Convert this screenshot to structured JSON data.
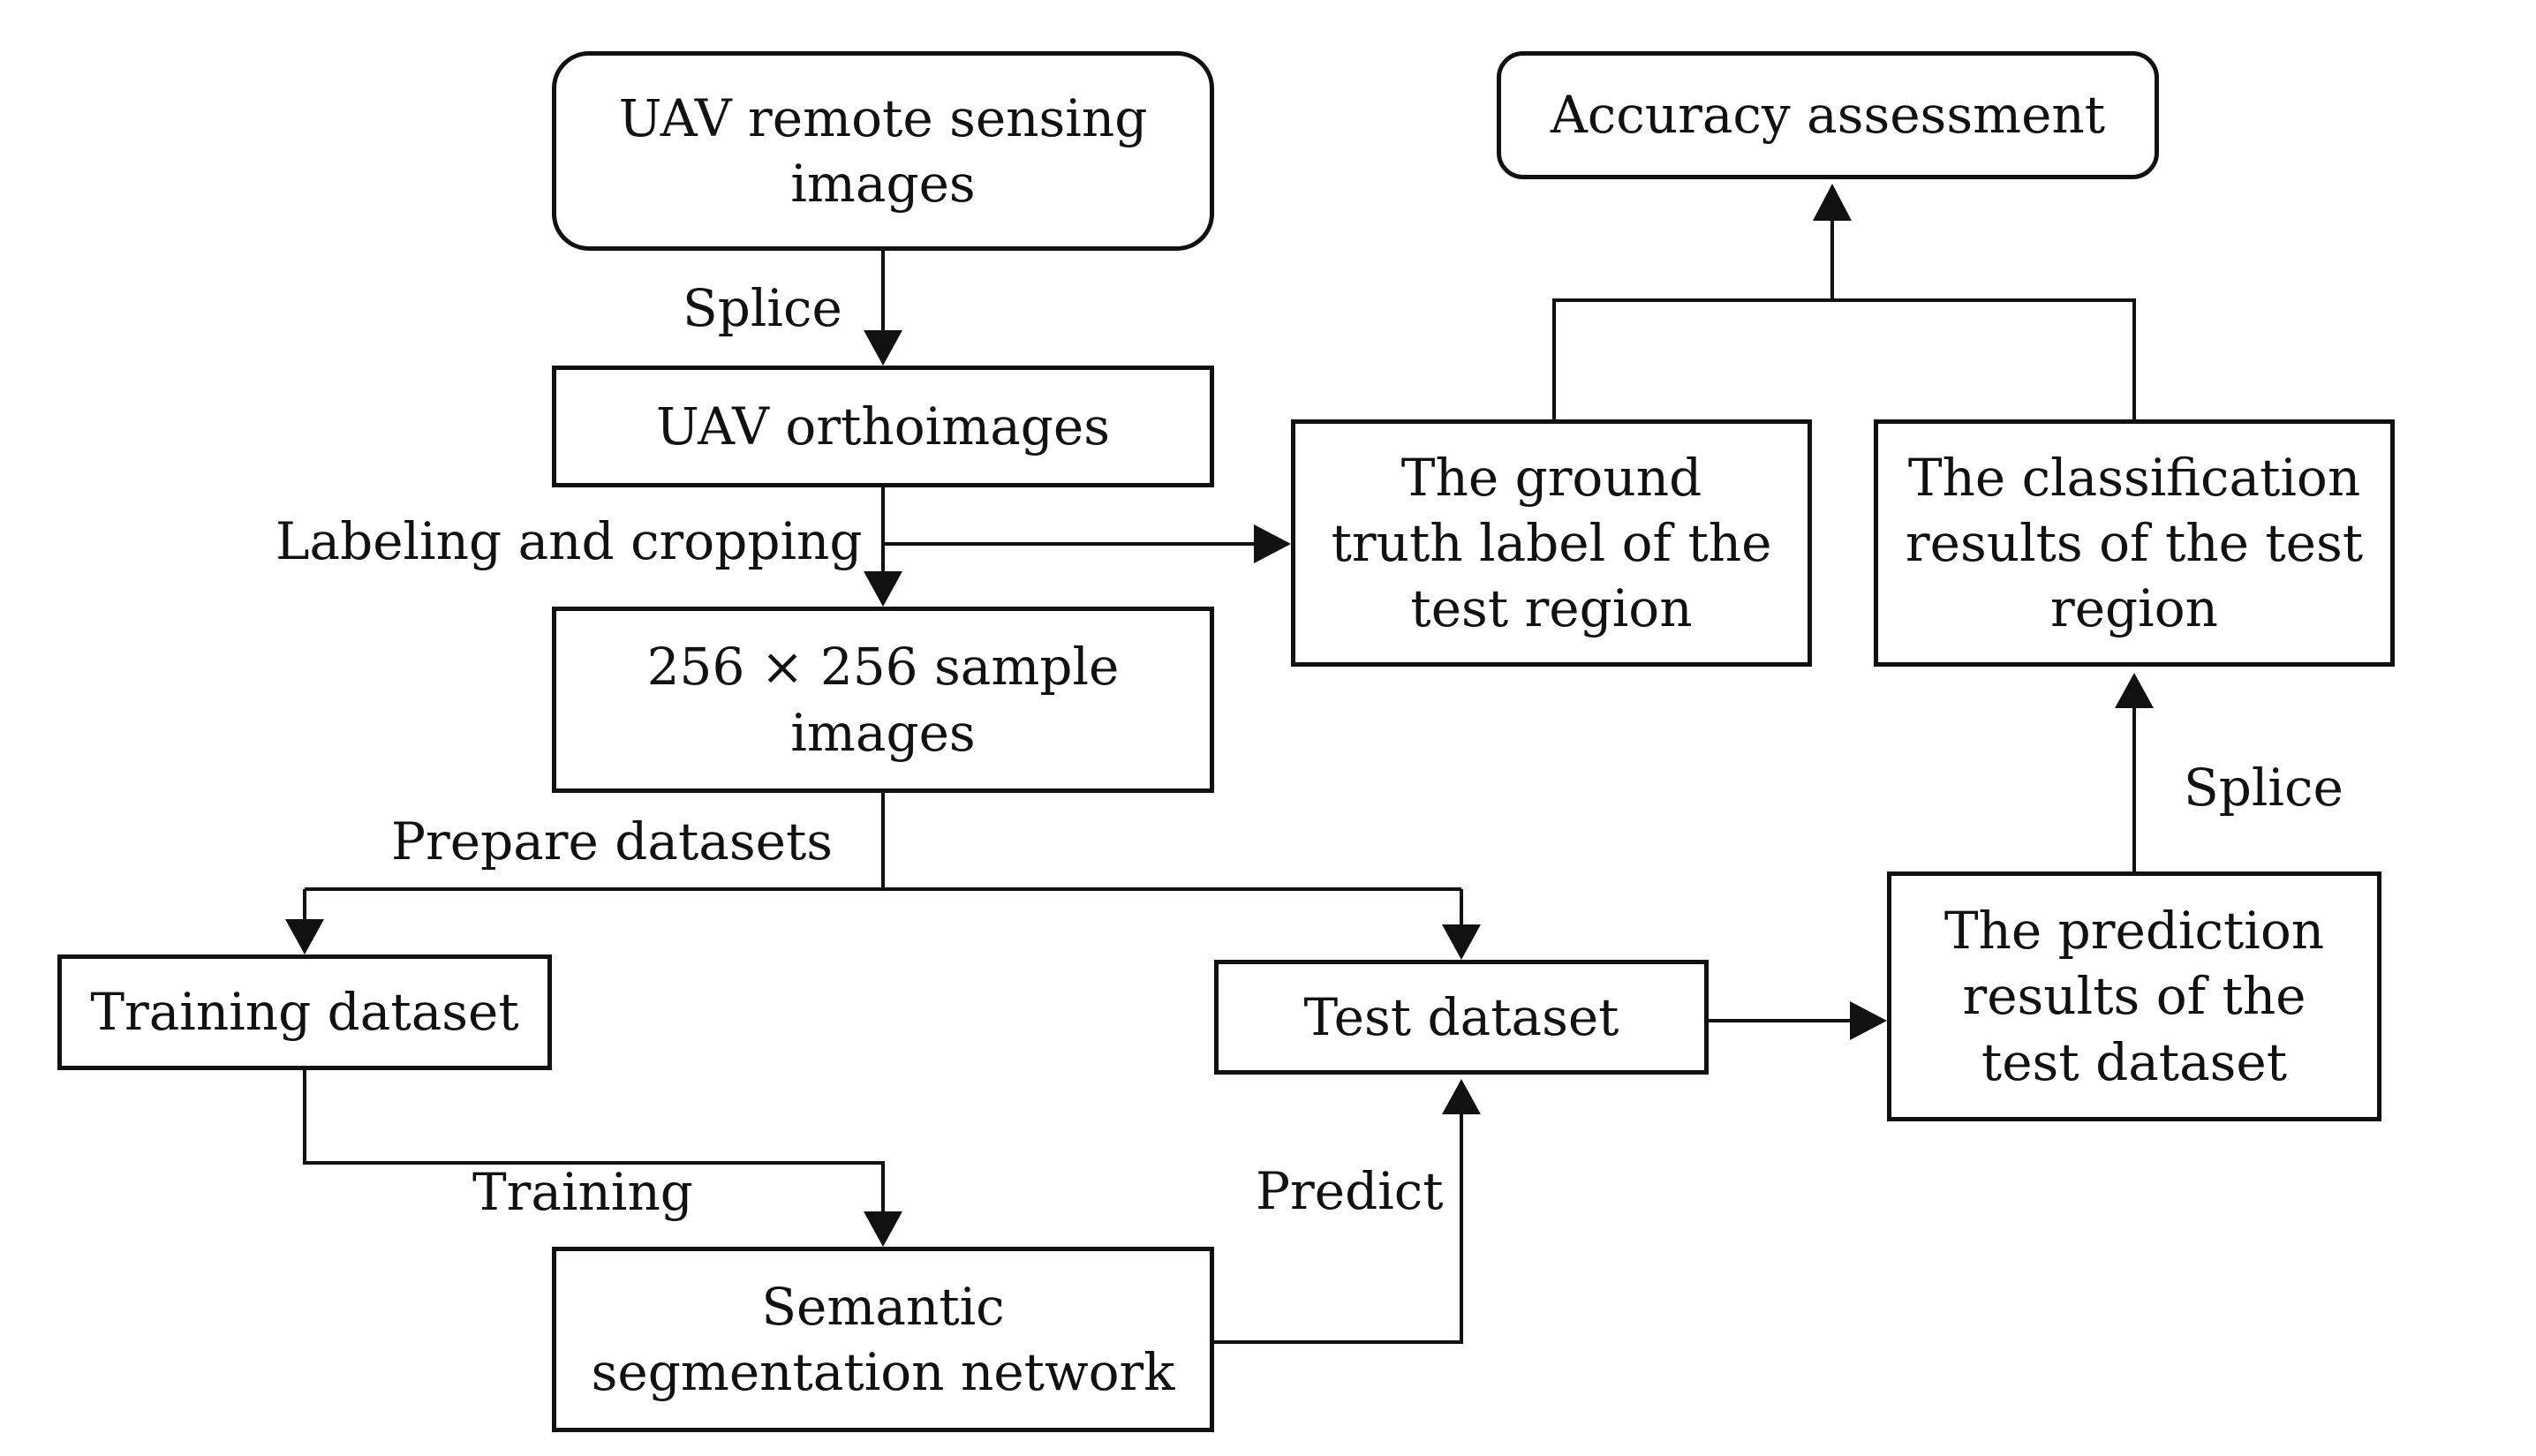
{
  "nodes": {
    "uav_images": {
      "line1": "UAV remote sensing",
      "line2": "images"
    },
    "orthoimages": {
      "label": "UAV orthoimages"
    },
    "samples": {
      "line1": "256 × 256 sample",
      "line2": "images"
    },
    "training_dataset": {
      "label": "Training dataset"
    },
    "test_dataset": {
      "label": "Test dataset"
    },
    "network": {
      "line1": "Semantic",
      "line2": "segmentation network"
    },
    "prediction": {
      "line1": "The prediction",
      "line2": "results of the",
      "line3": "test dataset"
    },
    "ground_truth": {
      "line1": "The ground",
      "line2": "truth label of the",
      "line3": "test region"
    },
    "classification": {
      "line1": "The classification",
      "line2": "results of the test",
      "line3": "region"
    },
    "accuracy": {
      "label": "Accuracy assessment"
    }
  },
  "edges": {
    "splice_top": "Splice",
    "labeling": "Labeling and cropping",
    "prepare": "Prepare datasets",
    "training": "Training",
    "predict": "Predict",
    "splice_right": "Splice"
  }
}
